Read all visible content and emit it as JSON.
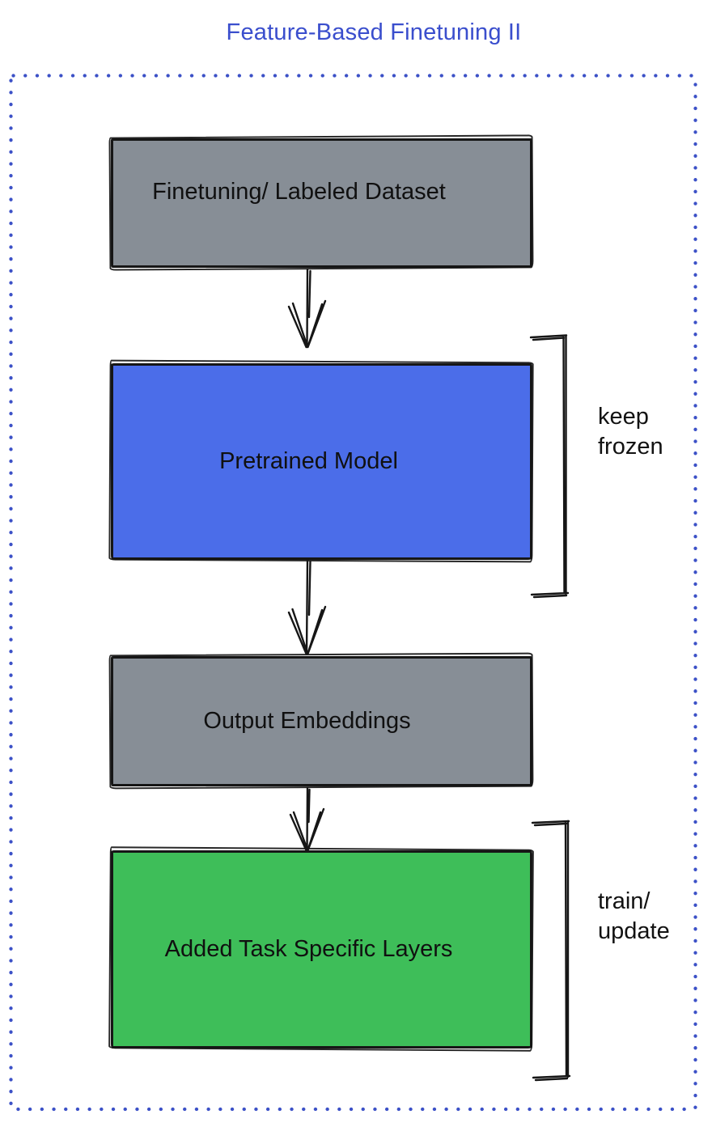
{
  "title": {
    "text": "Feature-Based Finetuning II",
    "color": "#3a4ecd"
  },
  "frame": {
    "style": "dotted",
    "color": "#3c51c7"
  },
  "stroke_color": "#161616",
  "nodes": [
    {
      "label": "Finetuning/ Labeled Dataset",
      "fill": "#878e96"
    },
    {
      "label": "Pretrained Model",
      "fill": "#4b6de9"
    },
    {
      "label": "Output Embeddings",
      "fill": "#878e96"
    },
    {
      "label": "Added Task Specific Layers",
      "fill": "#3ebe59"
    }
  ],
  "annotations": [
    {
      "label": "keep\nfrozen",
      "applies_to": "Pretrained Model"
    },
    {
      "label": "train/\nupdate",
      "applies_to": "Added Task Specific Layers"
    }
  ],
  "edges": [
    {
      "from": "Finetuning/ Labeled Dataset",
      "to": "Pretrained Model"
    },
    {
      "from": "Pretrained Model",
      "to": "Output Embeddings"
    },
    {
      "from": "Output Embeddings",
      "to": "Added Task Specific Layers"
    }
  ]
}
